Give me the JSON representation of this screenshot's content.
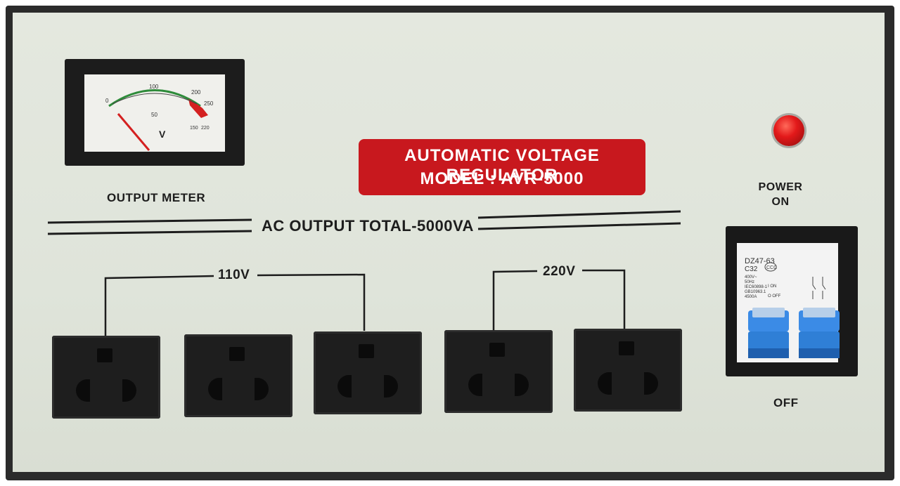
{
  "device": {
    "meter": {
      "label": "OUTPUT METER",
      "scale_ticks": [
        "0",
        "50",
        "100",
        "150",
        "200",
        "220",
        "250"
      ],
      "unit": "V"
    },
    "title_plate": {
      "line1": "AUTOMATIC VOLTAGE REGULATOR",
      "line2": "MODEL : AVR-5000"
    },
    "power": {
      "label_line1": "POWER",
      "label_line2": "ON"
    },
    "output_banner": "AC OUTPUT TOTAL-5000VA",
    "group_110": {
      "label": "110V",
      "outlets": 3
    },
    "group_220": {
      "label": "220V",
      "outlets": 2
    },
    "breaker": {
      "model": "DZ47-63",
      "rating": "C32",
      "spec_lines": [
        "400V~",
        "50Hz",
        "IEC60898-1",
        "GB10963.1",
        "4500A"
      ],
      "on_text": "I ON",
      "off_text": "O OFF",
      "off_label": "OFF"
    },
    "colors": {
      "face": "#e0e5db",
      "plate_red": "#c8181e",
      "led_red": "#e3191a",
      "breaker_blue": "#2f7fd6"
    }
  }
}
